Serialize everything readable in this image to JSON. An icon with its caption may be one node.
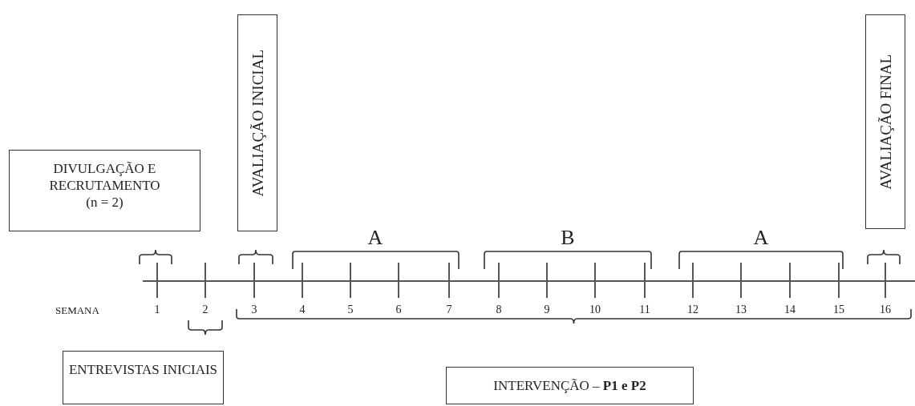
{
  "diagram": {
    "nodes": [
      {
        "text": [
          "DIVULGAÇÃO E RECRUTAMENTO",
          "(n = 2)"
        ]
      },
      {
        "text": [
          "AVALIAÇÃO INICIAL"
        ]
      },
      {
        "text": [
          "AVALIAÇÃO FINAL"
        ]
      },
      {
        "text": [
          "ENTREVISTAS INICIAIS"
        ]
      },
      {
        "text": [
          "INTERVENÇÃO – **P1 e P2**"
        ]
      }
    ],
    "edges": [],
    "labels": [
      "A",
      "B",
      "A",
      "SEMANA",
      "1",
      "2",
      "3",
      "4",
      "5",
      "6",
      "7",
      "8",
      "9",
      "10",
      "11",
      "12",
      "13",
      "14",
      "15",
      "16"
    ]
  }
}
